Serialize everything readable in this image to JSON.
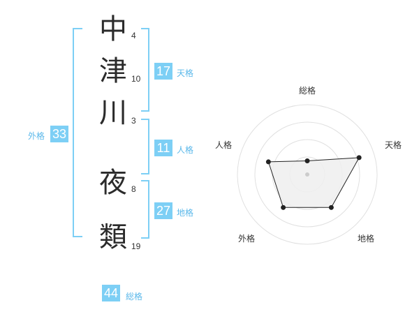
{
  "name_chars": [
    {
      "char": "中",
      "strokes": "4"
    },
    {
      "char": "津",
      "strokes": "10"
    },
    {
      "char": "川",
      "strokes": "3"
    },
    {
      "char": "夜",
      "strokes": "8"
    },
    {
      "char": "類",
      "strokes": "19"
    }
  ],
  "kaku": {
    "tenkaku": {
      "value": "17",
      "label": "天格"
    },
    "jinkaku": {
      "value": "11",
      "label": "人格"
    },
    "chikaku": {
      "value": "27",
      "label": "地格"
    },
    "gaikaku": {
      "value": "33",
      "label": "外格"
    },
    "soukaku": {
      "value": "44",
      "label": "総格"
    }
  },
  "colors": {
    "accent": "#7dcff5",
    "accent_text": "#5bb8ea",
    "radar_fill": "#efefef",
    "radar_line": "#222222"
  },
  "chart_data": {
    "type": "radar",
    "axes": [
      "総格",
      "天格",
      "地格",
      "外格",
      "人格"
    ],
    "values": [
      1,
      4,
      3,
      3,
      3
    ],
    "max": 4
  }
}
